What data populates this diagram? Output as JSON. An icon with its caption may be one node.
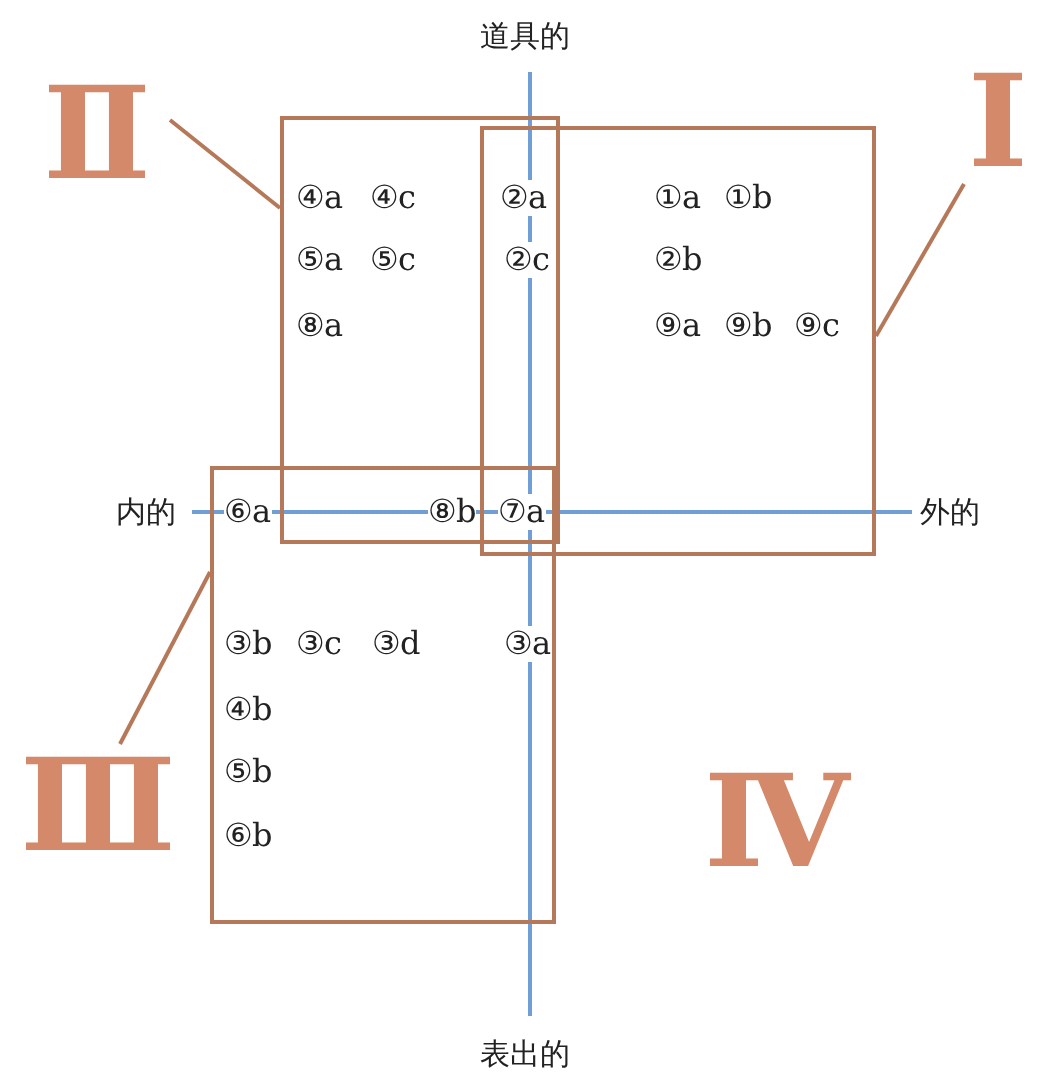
{
  "diagram": {
    "nodes": [
      {
        "text": [
          "Ⅱ"
        ]
      },
      {
        "text": [],
        "shape": "box"
      },
      {
        "text": [
          "Ⅰ"
        ]
      },
      {
        "text": [],
        "shape": "box"
      },
      {
        "text": [
          "Ⅲ"
        ]
      },
      {
        "text": [],
        "shape": "box"
      }
    ],
    "edges": [
      {
        "from": 0,
        "to": 1,
        "arrow": "none"
      },
      {
        "from": 2,
        "to": 3,
        "arrow": "none"
      },
      {
        "from": 4,
        "to": 5,
        "arrow": "none"
      }
    ],
    "labels": [
      "道具的",
      "④a",
      "④c",
      "②a",
      "①a",
      "①b",
      "⑤a",
      "⑤c",
      "②c",
      "②b",
      "⑧a",
      "⑨a",
      "⑨b",
      "⑨c",
      "内的",
      "⑥a",
      "⑧b",
      "⑦a",
      "外的",
      "③b",
      "③c",
      "③d",
      "③a",
      "④b",
      "⑤b",
      "Ⅳ",
      "⑥b",
      "表出的"
    ]
  }
}
